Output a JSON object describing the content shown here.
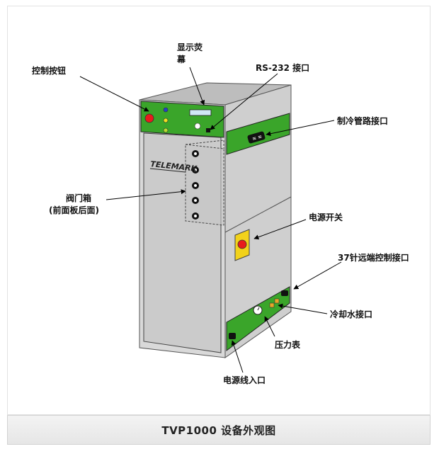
{
  "caption": "TVP1000 设备外观图",
  "brand_text": "TELEMARK",
  "labels": {
    "display_screen_line1": "显示荧",
    "display_screen_line2": "幕",
    "control_buttons": "控制按钮",
    "rs232_port": "RS-232 接口",
    "refrigerant_pipe_port": "制冷管路接口",
    "valve_box_line1": "阀门箱",
    "valve_box_line2": "(前面板后面)",
    "power_switch": "电源开关",
    "remote_control_port": "37针远端控制接口",
    "cooling_water_port": "冷却水接口",
    "pressure_gauge": "压力表",
    "power_cord_inlet": "电源线入口"
  },
  "colors": {
    "panel_green": "#3aa52a",
    "cabinet_front": "#d8d8d8",
    "cabinet_side": "#cfcfcf",
    "cabinet_top": "#bdbdbd",
    "power_switch_yellow": "#f2d21a",
    "power_switch_red": "#e81c1c"
  }
}
